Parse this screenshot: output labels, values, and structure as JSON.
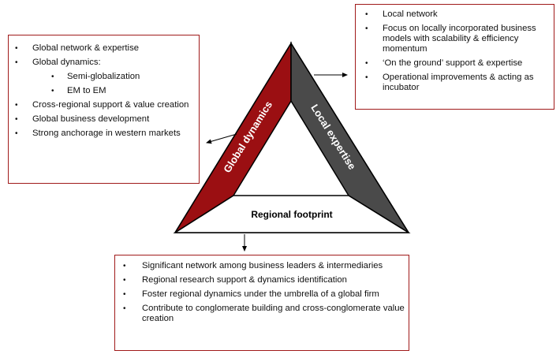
{
  "left_box": {
    "items": [
      {
        "text": "Global network & expertise",
        "level": 1
      },
      {
        "text": "Global dynamics:",
        "level": 1
      },
      {
        "text": "Semi-globalization",
        "level": 2
      },
      {
        "text": "EM to EM",
        "level": 2
      },
      {
        "text": "Cross-regional support & value creation",
        "level": 1
      },
      {
        "text": "Global business development",
        "level": 1
      },
      {
        "text": "Strong anchorage in western markets",
        "level": 1
      }
    ]
  },
  "right_box": {
    "items": [
      {
        "text": "Local network"
      },
      {
        "text": "Focus on locally incorporated business models with scalability & efficiency momentum"
      },
      {
        "text": "‘On the ground’ support & expertise"
      },
      {
        "text": "Operational improvements & acting as incubator"
      }
    ]
  },
  "bottom_box": {
    "items": [
      {
        "text": "Significant network among business leaders & intermediaries"
      },
      {
        "text": "Regional research support & dynamics identification"
      },
      {
        "text": "Foster regional dynamics under the umbrella of a global firm"
      },
      {
        "text": "Contribute to conglomerate building and cross-conglomerate value creation"
      }
    ]
  },
  "triangle": {
    "left_label": "Global dynamics",
    "right_label": "Local expertise",
    "base_label": "Regional footprint",
    "left_color": "#9b0f12",
    "right_color": "#4a4a4a",
    "base_color": "#ffffff"
  }
}
